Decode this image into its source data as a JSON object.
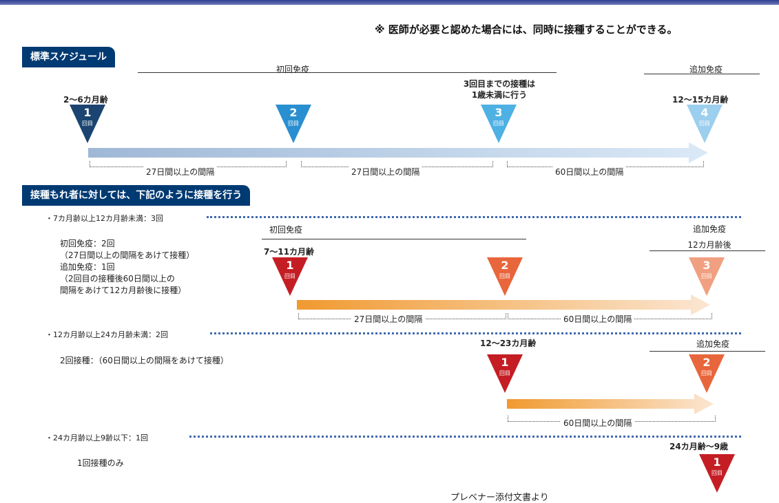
{
  "note": "※ 医師が必要と認めた場合には、同時に接種することができる。",
  "standard": {
    "header": "標準スケジュール",
    "primary_label": "初回免疫",
    "booster_label": "追加免疫",
    "age_start": "2〜6カ月齢",
    "dose3_note_line1": "3回目までの接種は",
    "dose3_note_line2": "1歳未満に行う",
    "age_booster": "12〜15カ月齢",
    "doses": [
      {
        "num": "1",
        "sub": "回目",
        "color": "#1b4470"
      },
      {
        "num": "2",
        "sub": "回目",
        "color": "#2a8fd0"
      },
      {
        "num": "3",
        "sub": "回目",
        "color": "#4fb0e3"
      },
      {
        "num": "4",
        "sub": "回目",
        "color": "#9ccfee"
      }
    ],
    "intervals": [
      "27日間以上の間隔",
      "27日間以上の間隔",
      "60日間以上の間隔"
    ]
  },
  "catchup": {
    "header": "接種もれ者に対しては、下記のように接種を行う",
    "groupA": {
      "title": "・7カ月齢以上12カ月齢未満：3回",
      "desc": "初回免疫：2回\n（27日間以上の間隔をあけて接種）\n追加免疫：1回\n（2回目の接種後60日間以上の\n間隔をあけて12カ月齢後に接種）",
      "primary_label": "初回免疫",
      "booster_label": "追加免疫",
      "age_start": "7〜11カ月齢",
      "age_booster": "12カ月齢後",
      "doses": [
        {
          "num": "1",
          "sub": "回目",
          "color": "#c41e24"
        },
        {
          "num": "2",
          "sub": "回目",
          "color": "#e8663c"
        },
        {
          "num": "3",
          "sub": "回目",
          "color": "#f0a080"
        }
      ],
      "intervals": [
        "27日間以上の間隔",
        "60日間以上の間隔"
      ]
    },
    "groupB": {
      "title": "・12カ月齢以上24カ月齢未満：2回",
      "desc": "2回接種：（60日間以上の間隔をあけて接種）",
      "booster_label": "追加免疫",
      "age_start": "12〜23カ月齢",
      "doses": [
        {
          "num": "1",
          "sub": "回目",
          "color": "#c41e24"
        },
        {
          "num": "2",
          "sub": "回目",
          "color": "#e8663c"
        }
      ],
      "intervals": [
        "60日間以上の間隔"
      ]
    },
    "groupC": {
      "title": "・24カ月齢以上9齢以下：1回",
      "desc": "1回接種のみ",
      "age": "24カ月齢〜9歳",
      "doses": [
        {
          "num": "1",
          "sub": "回目",
          "color": "#c41e24"
        }
      ]
    }
  },
  "footer": "プレベナー添付文書より",
  "colors": {
    "navy": "#003a73",
    "blue_arrow_start": "#9fb8d6",
    "blue_arrow_end": "#dbe9f7",
    "orange_arrow_start": "#f09a30",
    "orange_arrow_end": "#fbe6d2",
    "dotted_line": "#3f68b0"
  }
}
